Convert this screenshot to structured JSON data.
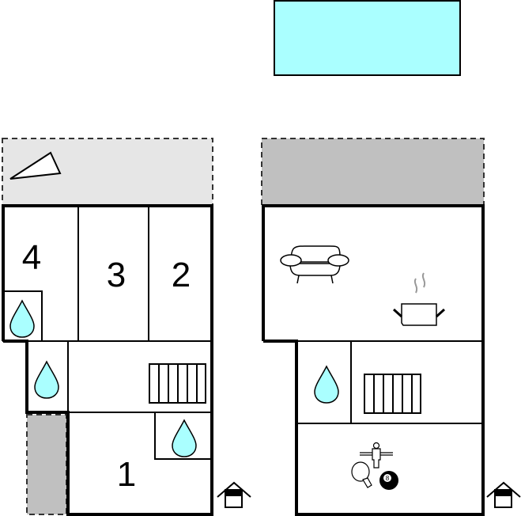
{
  "colors": {
    "pool": "#aaffff",
    "terrace_light": "#e6e6e6",
    "terrace_dark": "#c0c0c0",
    "water": "#aaffff"
  },
  "left_plan": {
    "rooms": [
      {
        "label": "4"
      },
      {
        "label": "3"
      },
      {
        "label": "2"
      },
      {
        "label": "1"
      }
    ],
    "icons": [
      "compass-icon",
      "water-drop-icon",
      "water-drop-icon",
      "water-drop-icon",
      "stairs-icon",
      "entrance-icon"
    ]
  },
  "right_plan": {
    "icons": [
      "sofa-icon",
      "cooking-pot-icon",
      "water-drop-icon",
      "stairs-icon",
      "games-icon",
      "billiard-ball-icon",
      "entrance-icon"
    ],
    "billiard_number": "8"
  }
}
